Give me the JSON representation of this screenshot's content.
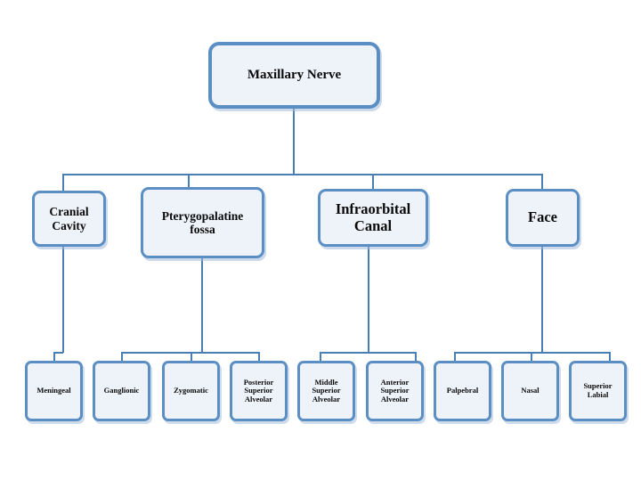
{
  "diagram": {
    "title": "Maxillary Nerve branches diagram",
    "colors": {
      "box_border": "#5b8fc4",
      "box_fill": "#eef2f9",
      "connector": "#4a7fb5",
      "text": "#0a0a0a",
      "background": "#ffffff"
    },
    "root": {
      "label": "Maxillary Nerve"
    },
    "level2": [
      {
        "label": "Cranial\nCavity"
      },
      {
        "label": "Pterygopalatine\nfossa"
      },
      {
        "label": "Infraorbital\nCanal"
      },
      {
        "label": "Face"
      }
    ],
    "leaves": [
      {
        "label": "Meningeal"
      },
      {
        "label": "Ganglionic"
      },
      {
        "label": "Zygomatic"
      },
      {
        "label": "Posterior\nSuperior\nAlveolar"
      },
      {
        "label": "Middle\nSuperior\nAlveolar"
      },
      {
        "label": "Anterior\nSuperior\nAlveolar"
      },
      {
        "label": "Palpebral"
      },
      {
        "label": "Nasal"
      },
      {
        "label": "Superior\nLabial"
      }
    ]
  }
}
